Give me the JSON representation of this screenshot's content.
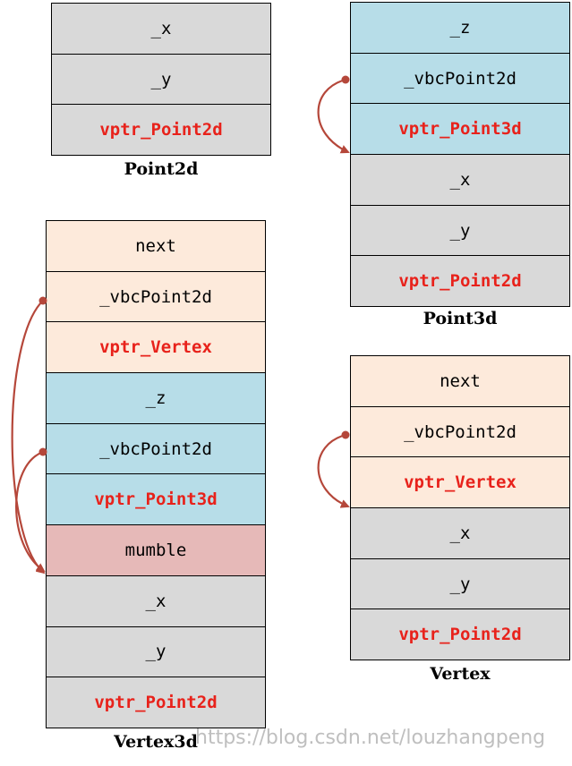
{
  "point2d": {
    "caption": "Point2d",
    "cells": [
      "_x",
      "_y",
      "vptr_Point2d"
    ]
  },
  "point3d": {
    "caption": "Point3d",
    "cells": [
      "_z",
      "_vbcPoint2d",
      "vptr_Point3d",
      "_x",
      "_y",
      "vptr_Point2d"
    ]
  },
  "vertex3d": {
    "caption": "Vertex3d",
    "cells": [
      "next",
      "_vbcPoint2d",
      "vptr_Vertex",
      "_z",
      "_vbcPoint2d",
      "vptr_Point3d",
      "mumble",
      "_x",
      "_y",
      "vptr_Point2d"
    ]
  },
  "vertex": {
    "caption": "Vertex",
    "cells": [
      "next",
      "_vbcPoint2d",
      "vptr_Vertex",
      "_x",
      "_y",
      "vptr_Point2d"
    ]
  },
  "watermark": "https://blog.csdn.net/louzhangpeng",
  "colors": {
    "gray": "#d9d9d9",
    "blue": "#b7dde8",
    "peach": "#fdeadb",
    "pink": "#e6b9b8",
    "vptr_text": "#e8221b",
    "arrow": "#b5473a"
  }
}
